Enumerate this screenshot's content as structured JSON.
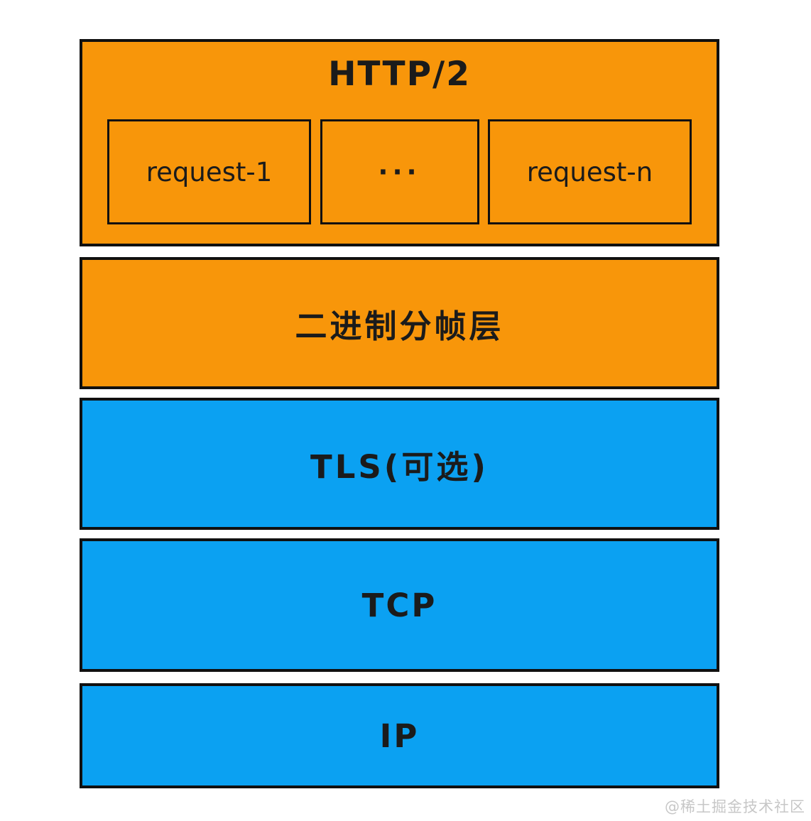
{
  "colors": {
    "orange": "#F8960A",
    "blue": "#0BA1F2",
    "border": "#101010",
    "text": "#1b1b1b",
    "watermark_gray": "#c7c7c7",
    "background": "#ffffff"
  },
  "layers": [
    {
      "id": "http2",
      "label": "HTTP/2",
      "fill": "orange",
      "requests": [
        {
          "label": "request-1"
        },
        {
          "label": "···"
        },
        {
          "label": "request-n"
        }
      ]
    },
    {
      "id": "binary-framing-layer",
      "label": "二进制分帧层",
      "fill": "orange"
    },
    {
      "id": "tls-optional",
      "label": "TLS(可选)",
      "fill": "blue"
    },
    {
      "id": "tcp",
      "label": "TCP",
      "fill": "blue"
    },
    {
      "id": "ip",
      "label": "IP",
      "fill": "blue"
    }
  ],
  "watermark": {
    "text": "@稀土掘金技术社区"
  }
}
